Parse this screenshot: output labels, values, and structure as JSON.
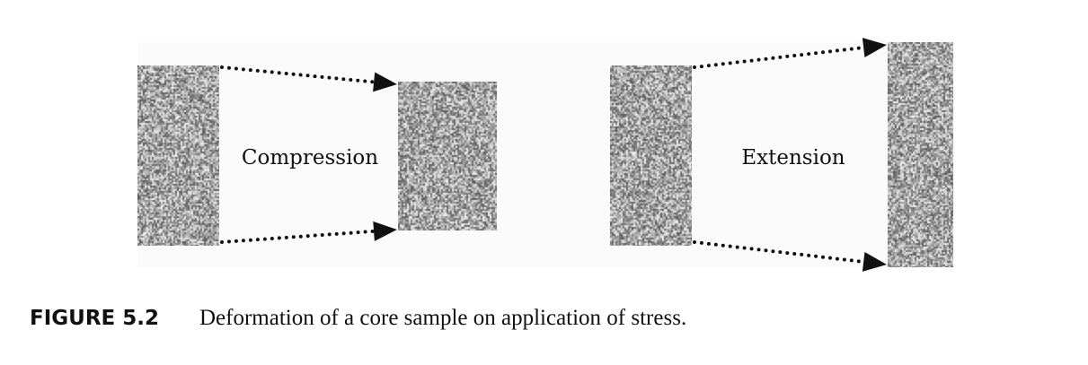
{
  "diagram": {
    "panels": [
      {
        "label": "Compression"
      },
      {
        "label": "Extension"
      }
    ]
  },
  "caption": {
    "number": "FIGURE 5.2",
    "text": "Deformation of a core sample on application of stress."
  }
}
